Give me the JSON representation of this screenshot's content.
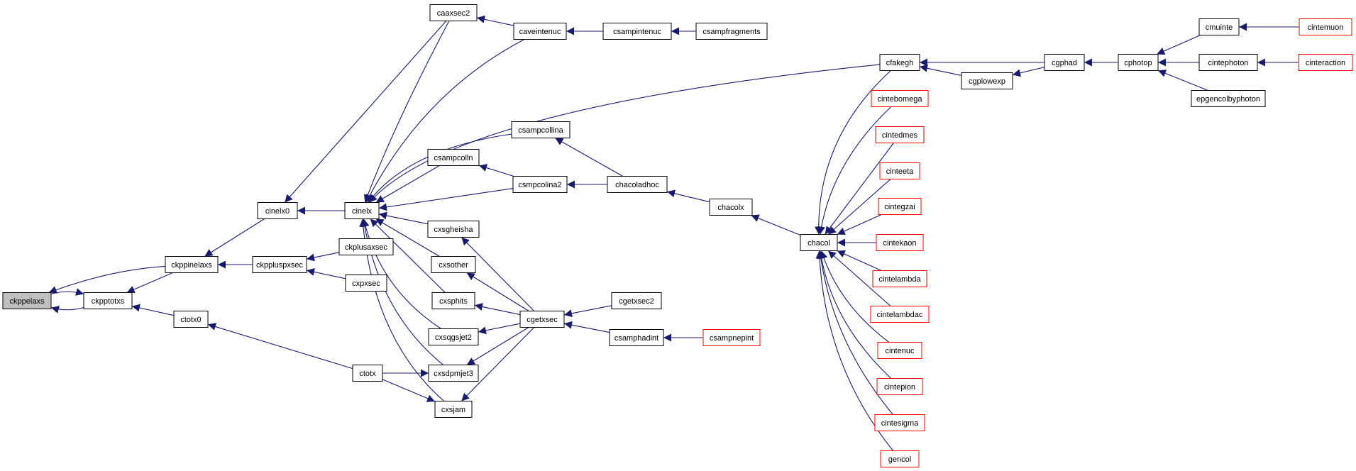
{
  "colors": {
    "edge": "#191970",
    "node_border": "#000000",
    "node_border_truncated": "#ff0000",
    "node_fill": "#ffffff",
    "node_fill_root": "#bfbfbf"
  },
  "nodes": [
    {
      "id": "ckppelaxs",
      "label": "ckppelaxs",
      "kind": "root"
    },
    {
      "id": "ckpptotxs",
      "label": "ckpptotxs",
      "kind": "normal"
    },
    {
      "id": "ckppinelaxs",
      "label": "ckppinelaxs",
      "kind": "normal"
    },
    {
      "id": "ctotx0",
      "label": "ctotx0",
      "kind": "normal"
    },
    {
      "id": "cinelx0",
      "label": "cinelx0",
      "kind": "normal"
    },
    {
      "id": "ckppluspxsec",
      "label": "ckppluspxsec",
      "kind": "normal"
    },
    {
      "id": "ckplusaxsec",
      "label": "ckplusaxsec",
      "kind": "normal"
    },
    {
      "id": "cxpxsec",
      "label": "cxpxsec",
      "kind": "normal"
    },
    {
      "id": "ctotx",
      "label": "ctotx",
      "kind": "normal"
    },
    {
      "id": "cinelx",
      "label": "cinelx",
      "kind": "normal"
    },
    {
      "id": "caaxsec2",
      "label": "caaxsec2",
      "kind": "normal"
    },
    {
      "id": "caveintenuc",
      "label": "caveintenuc",
      "kind": "normal"
    },
    {
      "id": "csampintenuc",
      "label": "csampintenuc",
      "kind": "normal"
    },
    {
      "id": "csampfragments",
      "label": "csampfragments",
      "kind": "normal"
    },
    {
      "id": "csampcollina",
      "label": "csampcollina",
      "kind": "normal"
    },
    {
      "id": "csampcolln",
      "label": "csampcolln",
      "kind": "normal"
    },
    {
      "id": "csmpcolina2",
      "label": "csmpcolina2",
      "kind": "normal"
    },
    {
      "id": "cxsgheisha",
      "label": "cxsgheisha",
      "kind": "normal"
    },
    {
      "id": "cxsother",
      "label": "cxsother",
      "kind": "normal"
    },
    {
      "id": "cxsphits",
      "label": "cxsphits",
      "kind": "normal"
    },
    {
      "id": "cxsqgsjet2",
      "label": "cxsqgsjet2",
      "kind": "normal"
    },
    {
      "id": "cxsdpmjet3",
      "label": "cxsdpmjet3",
      "kind": "normal"
    },
    {
      "id": "cxsjam",
      "label": "cxsjam",
      "kind": "normal"
    },
    {
      "id": "cgetxsec",
      "label": "cgetxsec",
      "kind": "normal"
    },
    {
      "id": "cgetxsec2",
      "label": "cgetxsec2",
      "kind": "normal"
    },
    {
      "id": "csamphadint",
      "label": "csamphadint",
      "kind": "normal"
    },
    {
      "id": "csampnepint",
      "label": "csampnepint",
      "kind": "truncated"
    },
    {
      "id": "chacoladhoc",
      "label": "chacoladhoc",
      "kind": "normal"
    },
    {
      "id": "chacolx",
      "label": "chacolx",
      "kind": "normal"
    },
    {
      "id": "chacol",
      "label": "chacol",
      "kind": "normal"
    },
    {
      "id": "cfakegh",
      "label": "cfakegh",
      "kind": "normal"
    },
    {
      "id": "cgplowexp",
      "label": "cgplowexp",
      "kind": "normal"
    },
    {
      "id": "cgphad",
      "label": "cgphad",
      "kind": "normal"
    },
    {
      "id": "cphotop",
      "label": "cphotop",
      "kind": "normal"
    },
    {
      "id": "cmuinte",
      "label": "cmuinte",
      "kind": "normal"
    },
    {
      "id": "cintemuon",
      "label": "cintemuon",
      "kind": "truncated"
    },
    {
      "id": "cintephoton",
      "label": "cintephoton",
      "kind": "normal"
    },
    {
      "id": "cinteraction",
      "label": "cinteraction",
      "kind": "truncated"
    },
    {
      "id": "epgencolbyphoton",
      "label": "epgencolbyphoton",
      "kind": "normal"
    },
    {
      "id": "cintebomega",
      "label": "cintebomega",
      "kind": "truncated"
    },
    {
      "id": "cintedmes",
      "label": "cintedmes",
      "kind": "truncated"
    },
    {
      "id": "cinteeta",
      "label": "cinteeta",
      "kind": "truncated"
    },
    {
      "id": "cintegzai",
      "label": "cintegzai",
      "kind": "truncated"
    },
    {
      "id": "cintekaon",
      "label": "cintekaon",
      "kind": "truncated"
    },
    {
      "id": "cintelambda",
      "label": "cintelambda",
      "kind": "truncated"
    },
    {
      "id": "cintelambdac",
      "label": "cintelambdac",
      "kind": "truncated"
    },
    {
      "id": "cintenuc",
      "label": "cintenuc",
      "kind": "truncated"
    },
    {
      "id": "cintepion",
      "label": "cintepion",
      "kind": "truncated"
    },
    {
      "id": "cintesigma",
      "label": "cintesigma",
      "kind": "truncated"
    },
    {
      "id": "gencol",
      "label": "gencol",
      "kind": "truncated"
    }
  ],
  "edges": [
    [
      "ckpptotxs",
      "ckppelaxs"
    ],
    [
      "ckppelaxs",
      "ckpptotxs"
    ],
    [
      "ckppinelaxs",
      "ckppelaxs"
    ],
    [
      "ckppinelaxs",
      "ckpptotxs"
    ],
    [
      "ctotx0",
      "ckpptotxs"
    ],
    [
      "cinelx0",
      "ckppinelaxs"
    ],
    [
      "ckppluspxsec",
      "ckppinelaxs"
    ],
    [
      "ckplusaxsec",
      "ckppluspxsec"
    ],
    [
      "cxpxsec",
      "ckppluspxsec"
    ],
    [
      "ctotx",
      "ctotx0"
    ],
    [
      "caaxsec2",
      "cinelx0"
    ],
    [
      "cinelx",
      "cinelx0"
    ],
    [
      "caaxsec2",
      "cinelx"
    ],
    [
      "caveintenuc",
      "cinelx"
    ],
    [
      "cfakegh",
      "cinelx"
    ],
    [
      "csampcollina",
      "cinelx"
    ],
    [
      "csampcolln",
      "cinelx"
    ],
    [
      "csmpcolina2",
      "cinelx"
    ],
    [
      "cxsgheisha",
      "cinelx"
    ],
    [
      "cxsother",
      "cinelx"
    ],
    [
      "cxsphits",
      "cinelx"
    ],
    [
      "cxsqgsjet2",
      "cinelx"
    ],
    [
      "cxsdpmjet3",
      "cinelx"
    ],
    [
      "cxsjam",
      "cinelx"
    ],
    [
      "caveintenuc",
      "caaxsec2"
    ],
    [
      "csampintenuc",
      "caveintenuc"
    ],
    [
      "csampfragments",
      "csampintenuc"
    ],
    [
      "chacoladhoc",
      "csampcollina"
    ],
    [
      "csmpcolina2",
      "csampcolln"
    ],
    [
      "chacoladhoc",
      "csmpcolina2"
    ],
    [
      "chacolx",
      "chacoladhoc"
    ],
    [
      "chacol",
      "chacolx"
    ],
    [
      "cgetxsec",
      "cxsgheisha"
    ],
    [
      "cgetxsec",
      "cxsother"
    ],
    [
      "cgetxsec",
      "cxsphits"
    ],
    [
      "cgetxsec",
      "cxsqgsjet2"
    ],
    [
      "cgetxsec",
      "cxsdpmjet3"
    ],
    [
      "cgetxsec",
      "cxsjam"
    ],
    [
      "ctotx",
      "cxsdpmjet3"
    ],
    [
      "ctotx",
      "cxsjam"
    ],
    [
      "cgetxsec2",
      "cgetxsec"
    ],
    [
      "csamphadint",
      "cgetxsec"
    ],
    [
      "csampnepint",
      "csamphadint"
    ],
    [
      "cfakegh",
      "chacol"
    ],
    [
      "cintebomega",
      "chacol"
    ],
    [
      "cintedmes",
      "chacol"
    ],
    [
      "cinteeta",
      "chacol"
    ],
    [
      "cintegzai",
      "chacol"
    ],
    [
      "cintekaon",
      "chacol"
    ],
    [
      "cintelambda",
      "chacol"
    ],
    [
      "cintelambdac",
      "chacol"
    ],
    [
      "cintenuc",
      "chacol"
    ],
    [
      "cintepion",
      "chacol"
    ],
    [
      "cintesigma",
      "chacol"
    ],
    [
      "gencol",
      "chacol"
    ],
    [
      "cgplowexp",
      "cfakegh"
    ],
    [
      "cgphad",
      "cfakegh"
    ],
    [
      "cgphad",
      "cgplowexp"
    ],
    [
      "cphotop",
      "cgphad"
    ],
    [
      "cmuinte",
      "cphotop"
    ],
    [
      "cintephoton",
      "cphotop"
    ],
    [
      "epgencolbyphoton",
      "cphotop"
    ],
    [
      "cintemuon",
      "cmuinte"
    ],
    [
      "cinteraction",
      "cintephoton"
    ]
  ]
}
